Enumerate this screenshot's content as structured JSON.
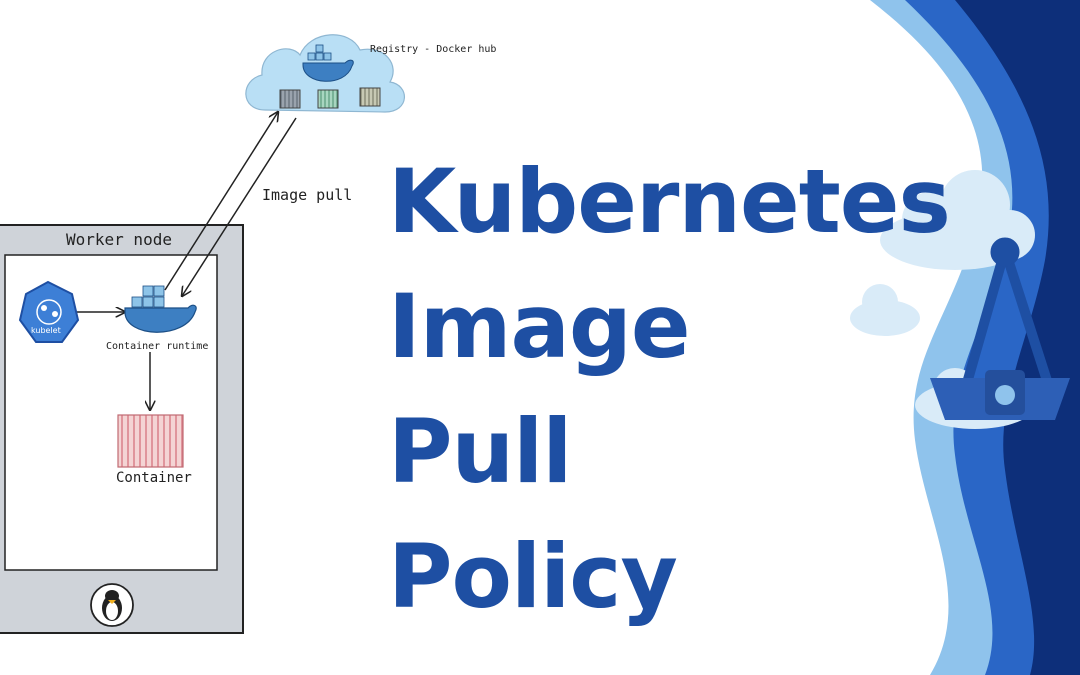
{
  "theme": {
    "title_color": "#1e4fa3",
    "wave_dark": "#0d2f7a",
    "wave_mid": "#2a66c6",
    "wave_light": "#8fc3ec",
    "frame_gray": "#cfd3d9"
  },
  "title": {
    "lines": [
      "Kubernetes",
      "Image",
      "Pull",
      "Policy"
    ]
  },
  "diagram": {
    "registry_label": "Registry - Docker hub",
    "edge_label": "Image pull",
    "node_label": "Worker node",
    "kubelet_label": "kubelet",
    "runtime_label": "Container runtime",
    "container_label": "Container"
  },
  "icons": [
    "docker-whale-icon",
    "cloud-icon",
    "kubelet-icon",
    "linux-tux-icon",
    "ship-wheel-icon"
  ]
}
